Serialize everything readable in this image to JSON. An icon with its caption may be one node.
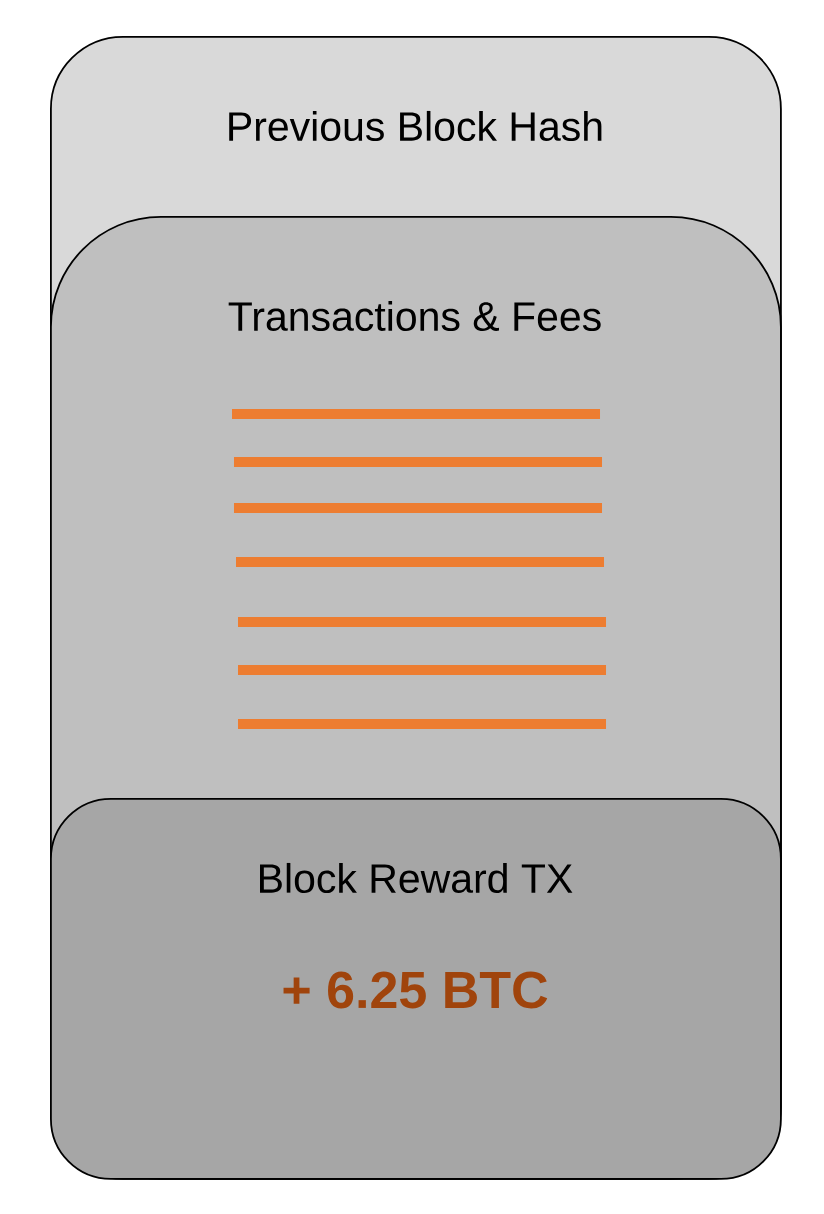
{
  "diagram": {
    "nodes": [
      {
        "text": [
          "Previous Block Hash"
        ]
      },
      {
        "text": [
          "Transactions & Fees"
        ],
        "in": 0
      },
      {
        "text": [
          "Block Reward TX",
          "+ 6.25 BTC"
        ],
        "in": 1
      }
    ]
  }
}
